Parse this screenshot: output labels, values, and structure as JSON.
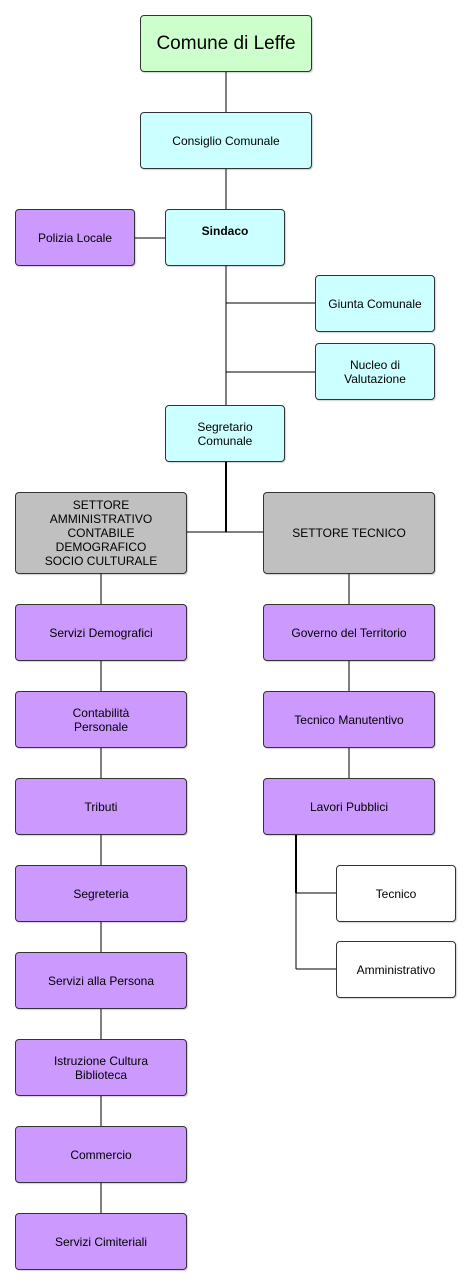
{
  "org_chart": {
    "root": "Comune di Leffe",
    "consiglio": "Consiglio Comunale",
    "sindaco": "Sindaco",
    "polizia": "Polizia Locale",
    "giunta": "Giunta Comunale",
    "nucleo": "Nucleo di\nValutazione",
    "segretario": "Segretario\nComunale",
    "settore_amministrativo": "SETTORE\nAMMINISTRATIVO\nCONTABILE\nDEMOGRAFICO\nSOCIO CULTURALE",
    "settore_tecnico": "SETTORE TECNICO",
    "amministrativo_units": [
      "Servizi Demografici",
      "Contabilità\nPersonale",
      "Tributi",
      "Segreteria",
      "Servizi alla Persona",
      "Istruzione Cultura\nBiblioteca",
      "Commercio",
      "Servizi Cimiteriali"
    ],
    "tecnico_units": [
      "Governo del Territorio",
      "Tecnico Manutentivo",
      "Lavori Pubblici"
    ],
    "lavori_pubblici_sub": [
      "Tecnico",
      "Amministrativo"
    ]
  },
  "colors": {
    "root": "#ccffcc",
    "governance": "#ccffff",
    "unit": "#cc99ff",
    "settore": "#c0c0c0",
    "sub_unit": "#ffffff"
  }
}
